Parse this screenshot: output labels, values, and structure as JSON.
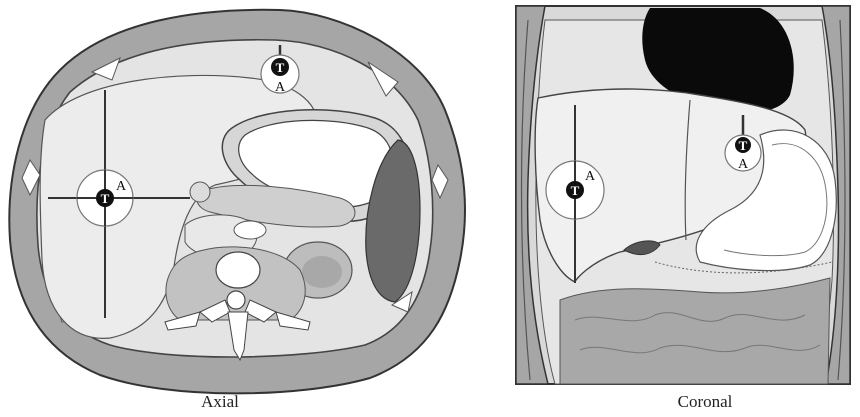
{
  "captions": {
    "axial": "Axial",
    "coronal": "Coronal"
  },
  "markers": {
    "tumor_label": "T",
    "applicator_label": "A"
  }
}
